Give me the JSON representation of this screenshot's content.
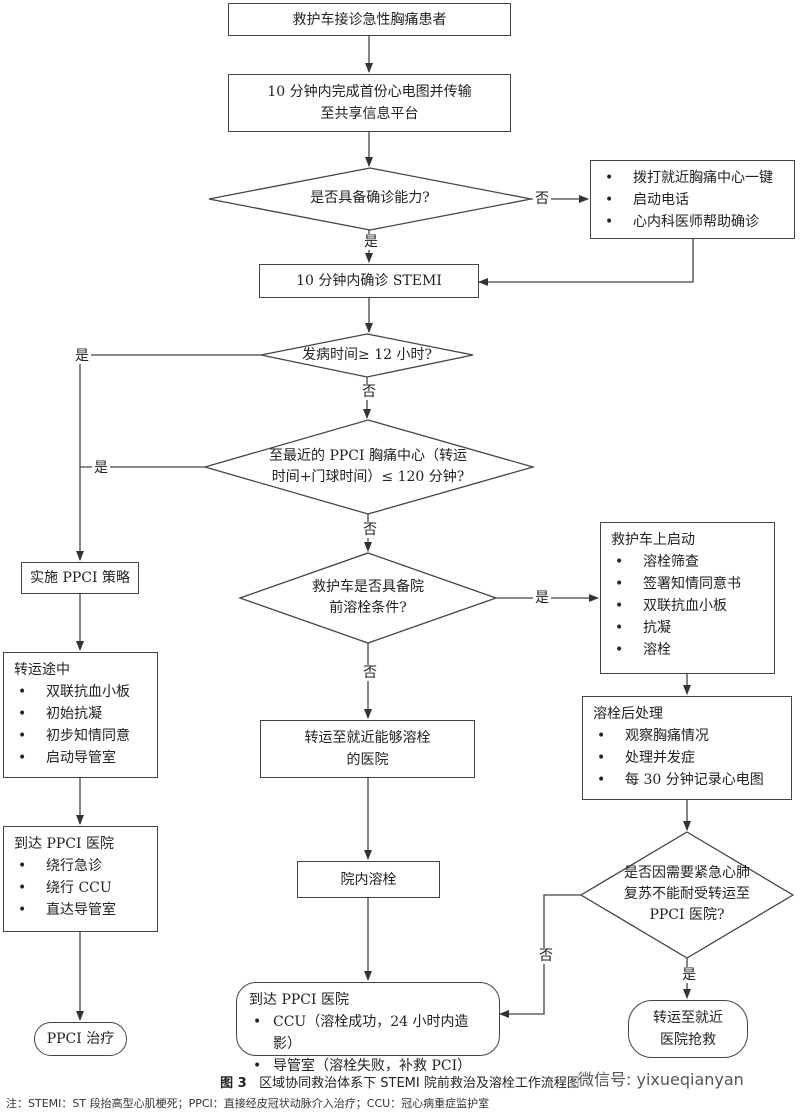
{
  "nodes": {
    "start": "救护车接诊急性胸痛患者",
    "ecg_line1": "10 分钟内完成首份心电图并传输",
    "ecg_line2": "至共享信息平台",
    "capable_q": "是否具备确诊能力?",
    "call_items": [
      "拨打就近胸痛中心一键",
      "启动电话",
      "心内科医师帮助确诊"
    ],
    "stemi": "10 分钟内确诊 STEMI",
    "onset_q": "发病时间≥ 12 小时?",
    "ppci_q_line1": "至最近的 PPCI 胸痛中心（转运",
    "ppci_q_line2": "时间+门球时间）≤ 120 分钟?",
    "ppci_strategy": "实施 PPCI 策略",
    "ambulance_q_line1": "救护车是否具备院",
    "ambulance_q_line2": "前溶栓条件?",
    "ambulance_start": {
      "title": "救护车上启动",
      "items": [
        "溶栓筛查",
        "签署知情同意书",
        "双联抗血小板",
        "抗凝",
        "溶栓"
      ]
    },
    "transit": {
      "title": "转运途中",
      "items": [
        "双联抗血小板",
        "初始抗凝",
        "初步知情同意",
        "启动导管室"
      ]
    },
    "transfer_lysis_line1": "转运至就近能够溶栓",
    "transfer_lysis_line2": "的医院",
    "post_lysis": {
      "title": "溶栓后处理",
      "items": [
        "观察胸痛情况",
        "处理并发症",
        "每 30 分钟记录心电图"
      ]
    },
    "arrive_left": {
      "title": "到达 PPCI 医院",
      "items": [
        "绕行急诊",
        "绕行 CCU",
        "直达导管室"
      ]
    },
    "in_hospital_lysis": "院内溶栓",
    "cpr_q_line1": "是否因需要紧急心肺",
    "cpr_q_line2": "复苏不能耐受转运至",
    "cpr_q_line3": "PPCI 医院?",
    "ppci_treatment": "PPCI 治疗",
    "arrive_center": {
      "title": "到达 PPCI 医院",
      "items": [
        "CCU（溶栓成功，24 小时内造影）",
        "导管室（溶栓失败，补救 PCI）"
      ]
    },
    "nearby_rescue_line1": "转运至就近",
    "nearby_rescue_line2": "医院抢救"
  },
  "labels": {
    "no1": "否",
    "yes1": "是",
    "yes2": "是",
    "no2": "否",
    "yes3": "是",
    "no3": "否",
    "yes4": "是",
    "no4": "否",
    "no5": "否",
    "yes5": "是"
  },
  "caption": {
    "fig": "图 3",
    "text": "区域协同救治体系下 STEMI 院前救治及溶栓工作流程图"
  },
  "note": "注：STEMI：ST 段抬高型心肌梗死；PPCI：直接经皮冠状动脉介入治疗；CCU：冠心病重症监护室",
  "watermark": "微信号: yixueqianyan"
}
